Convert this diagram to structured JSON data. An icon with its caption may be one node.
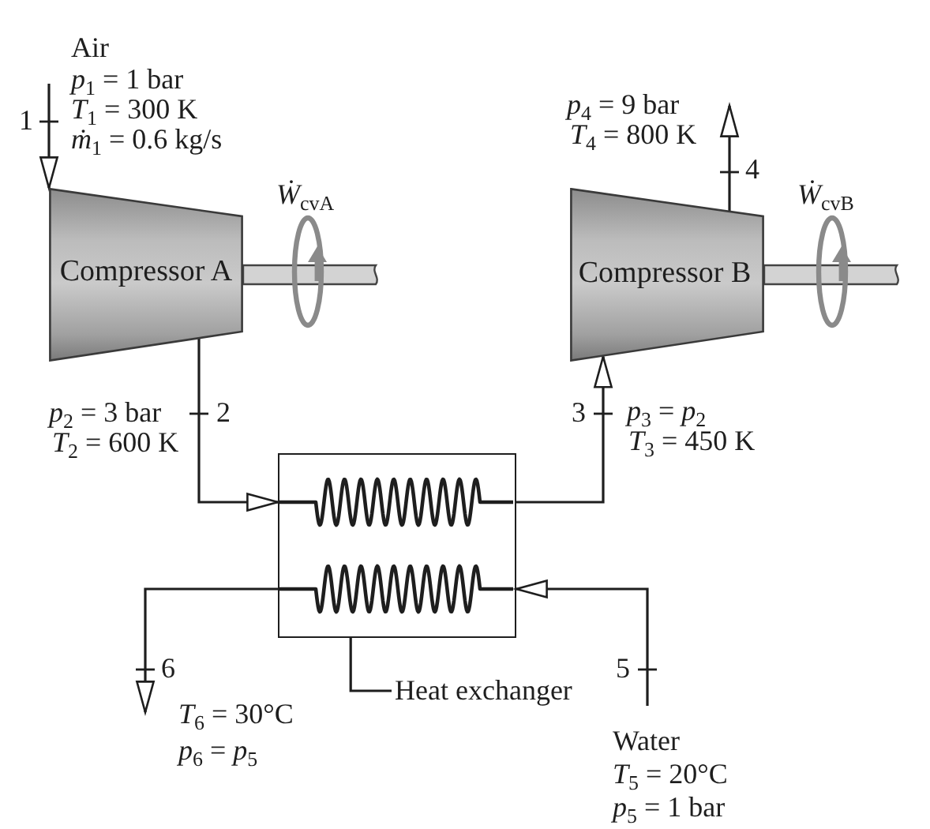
{
  "diagram": {
    "nodes": [
      {
        "text": [
          "Compressor A"
        ],
        "beside": [
          "*Ẇ*$_{cvA}$"
        ]
      },
      {
        "text": [
          "Compressor B"
        ],
        "beside": [
          "*Ẇ*$_{cvB}$"
        ]
      },
      {
        "text": [],
        "shape": "box"
      },
      {
        "text": [
          "Heat exchanger"
        ]
      }
    ],
    "edges": [
      {
        "from": null,
        "to": 0,
        "arrow": "to",
        "label": "1"
      },
      {
        "from": 0,
        "to": 2,
        "arrow": "to",
        "label": "2"
      },
      {
        "from": 2,
        "to": 1,
        "arrow": "to",
        "label": "3"
      },
      {
        "from": 1,
        "to": null,
        "arrow": "to",
        "label": "4"
      },
      {
        "from": null,
        "to": 2,
        "arrow": "to",
        "label": "5"
      },
      {
        "from": 2,
        "to": null,
        "arrow": "to",
        "label": "6"
      },
      {
        "from": 3,
        "to": 2,
        "arrow": "none"
      }
    ],
    "labels": [
      "Air",
      "*p*$_{1}$ = 1 bar",
      "*T*$_{1}$ = 300 K",
      "*ṁ*$_{1}$ = 0.6 kg/s",
      "*p*$_{4}$ = 9 bar",
      "*T*$_{4}$ = 800 K",
      "*p*$_{2}$ = 3 bar",
      "*T*$_{2}$ = 600 K",
      "*p*$_{3}$ = *p*$_{2}$",
      "*T*$_{3}$ = 450 K",
      "*T*$_{6}$ = 30°C",
      "*p*$_{6}$ = *p*$_{5}$",
      "Water",
      "*T*$_{5}$ = 20°C",
      "*p*$_{5}$ = 1 bar"
    ]
  }
}
